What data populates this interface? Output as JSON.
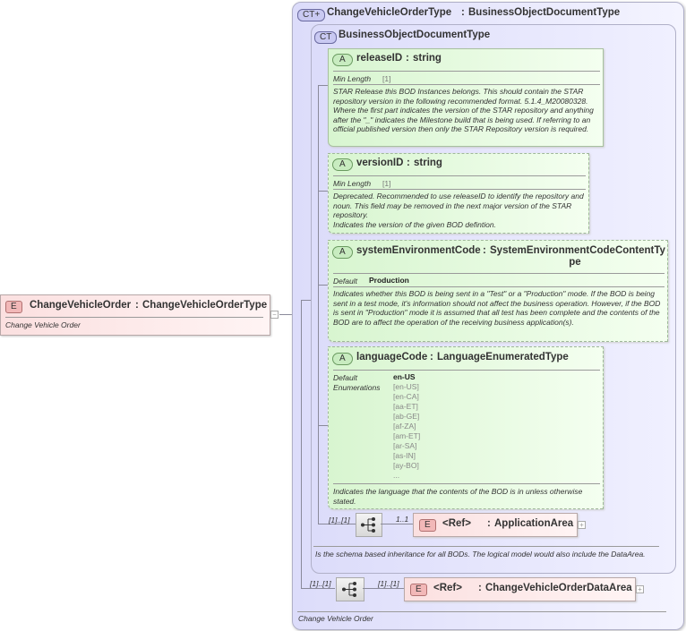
{
  "root_element": {
    "badge": "E",
    "name": "ChangeVehicleOrder",
    "sep": ":",
    "type": "ChangeVehicleOrderType",
    "doc": "Change Vehicle Order",
    "collapse_toggle": "−"
  },
  "outer_type": {
    "badge": "CT+",
    "name": "ChangeVehicleOrderType",
    "sep": ":",
    "base": "BusinessObjectDocumentType",
    "doc": "Change Vehicle Order"
  },
  "inner_type": {
    "badge": "CT",
    "name": "BusinessObjectDocumentType",
    "doc": "Is the schema based inheritance for all BODs. The logical model would also include the DataArea."
  },
  "attributes": [
    {
      "badge": "A",
      "name": "releaseID",
      "sep": ":",
      "type": "string",
      "facet_label": "Min Length",
      "facet_value": "[1]",
      "doc": "STAR Release this BOD Instances belongs. This should contain the STAR repository version in the following recommended format. 5.1.4_M20080328. Where the first part indicates the version of the STAR repository and anything after the \"_\" indicates the Milestone build that is being used. If referring to an official published version then only the STAR Repository version is required."
    },
    {
      "badge": "A",
      "name": "versionID",
      "sep": ":",
      "type": "string",
      "facet_label": "Min Length",
      "facet_value": "[1]",
      "doc": "Deprecated. Recommended to use releaseID to identify the repository and noun. This field may be removed in the next major version of the STAR repository.\nIndicates the version of the given BOD defintion."
    },
    {
      "badge": "A",
      "name": "systemEnvironmentCode",
      "sep": ":",
      "type": "SystemEnvironmentCodeContentTy pe",
      "facet_label": "Default",
      "facet_value": "Production",
      "doc": "Indicates whether this BOD is being sent in a \"Test\" or a \"Production\" mode. If the BOD is being sent in a test mode, it's information should not affect the business operation. However, if the BOD is sent in \"Production\" mode it is assumed that all test has been complete and the contents of the BOD are to affect the operation of the receiving business application(s)."
    },
    {
      "badge": "A",
      "name": "languageCode",
      "sep": ":",
      "type": "LanguageEnumeratedType",
      "default_label": "Default",
      "default_value": "en-US",
      "enum_label": "Enumerations",
      "enumerations": [
        "[en-US]",
        "[en-CA]",
        "[aa-ET]",
        "[ab-GE]",
        "[af-ZA]",
        "[am-ET]",
        "[ar-SA]",
        "[as-IN]",
        "[ay-BO]",
        "..."
      ],
      "doc": "Indicates the language that the contents of the BOD is in unless otherwise stated."
    }
  ],
  "inner_sequence": {
    "cardinality": "[1]..[1]",
    "child_cardinality": "1..1",
    "child": {
      "badge": "E",
      "ref": "<Ref>",
      "sep": ":",
      "name": "ApplicationArea",
      "expand_toggle": "+"
    }
  },
  "outer_sequence": {
    "cardinality": "[1]..[1]",
    "child_cardinality": "[1]..[1]",
    "child": {
      "badge": "E",
      "ref": "<Ref>",
      "sep": ":",
      "name": "ChangeVehicleOrderDataArea",
      "expand_toggle": "+"
    }
  }
}
